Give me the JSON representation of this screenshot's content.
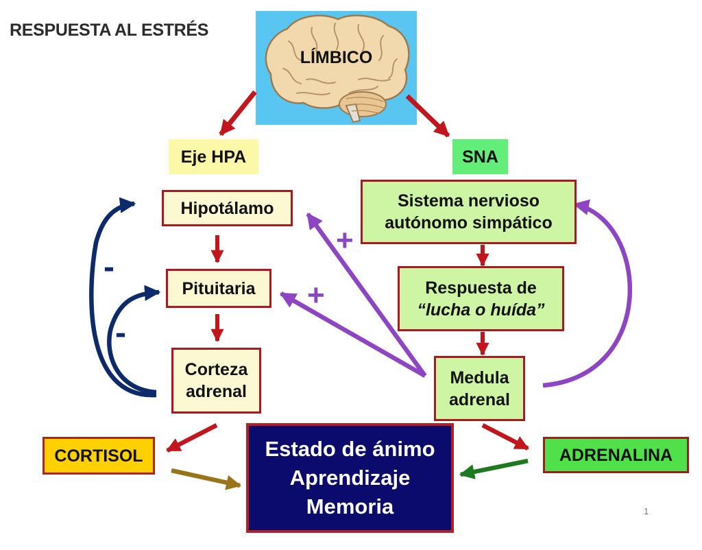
{
  "title": "RESPUESTA AL ESTRÉS",
  "brain_label": "LÍMBICO",
  "hpa": {
    "label": "Eje HPA",
    "hipotalamo": "Hipotálamo",
    "pituitaria": "Pituitaria",
    "corteza_line1": "Corteza",
    "corteza_line2": "adrenal"
  },
  "sna": {
    "label": "SNA",
    "sistema_line1": "Sistema nervioso",
    "sistema_line2": "autónomo simpático",
    "respuesta_line1": "Respuesta de",
    "respuesta_line2": "“lucha o huída”",
    "medula_line1": "Medula",
    "medula_line2": "adrenal"
  },
  "cortisol": "CORTISOL",
  "adrenalina": "ADRENALINA",
  "outcome": {
    "line1": "Estado de ánimo",
    "line2": "Aprendizaje",
    "line3": "Memoria"
  },
  "signs": {
    "minus_outer": "-",
    "minus_inner": "-",
    "plus_hipotalamo": "+",
    "plus_pituitaria": "+"
  },
  "page_number": "1",
  "colors": {
    "red_arrow": "#c0161c",
    "navy_feedback": "#0d2a6b",
    "purple_feedback": "#8d45c4",
    "brown_arrow": "#9a7418",
    "green_arrow": "#1f7a1f",
    "brain_bg": "#59c6f2"
  }
}
